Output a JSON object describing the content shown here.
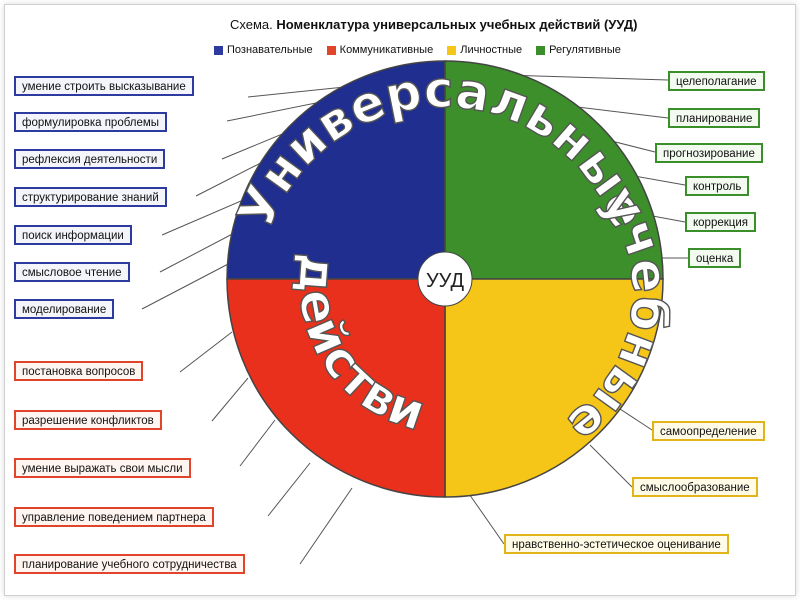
{
  "title": {
    "prefix": "Схема.",
    "main": "Номенклатура универсальных учебных действий (УУД)"
  },
  "legend": [
    {
      "label": "Познавательные",
      "color": "#2d3ba0"
    },
    {
      "label": "Коммуникативные",
      "color": "#e0452c"
    },
    {
      "label": "Личностные",
      "color": "#f5c518"
    },
    {
      "label": "Регулятивные",
      "color": "#3b8f2a"
    }
  ],
  "center_label": "УУД",
  "arc_text": {
    "upper": "Универсальные",
    "right": "учебные",
    "lower": "действия"
  },
  "cognitive": [
    "умение строить высказывание",
    "формулировка проблемы",
    "рефлексия деятельности",
    "структурирование знаний",
    "поиск информации",
    "смысловое чтение",
    "моделирование"
  ],
  "communicative": [
    "постановка вопросов",
    "разрешение конфликтов",
    "умение выражать свои мысли",
    "управление поведением партнера",
    "планирование учебного сотрудничества"
  ],
  "regulatory": [
    "целеполагание",
    "планирование",
    "прогнозирование",
    "контроль",
    "коррекция",
    "оценка"
  ],
  "personal": [
    "самоопределение",
    "смыслообразование",
    "нравственно-эстетическое оценивание"
  ],
  "colors": {
    "cognitive": "#1f2e8f",
    "communicative": "#e8301c",
    "personal": "#f5c518",
    "regulatory": "#3c8f2a"
  }
}
